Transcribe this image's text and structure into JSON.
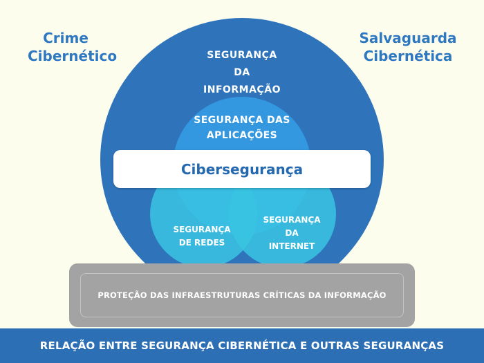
{
  "corner_labels": {
    "left": "Crime\nCibernético",
    "right": "Salvaguarda\nCibernética"
  },
  "circles": {
    "informacao": "SEGURANÇA\nDA\nINFORMAÇÃO",
    "aplicacoes": "SEGURANÇA DAS\nAPLICAÇÕES",
    "redes": "SEGURANÇA\nDE REDES",
    "internet": "SEGURANÇA\nDA\nINTERNET"
  },
  "center_label": "Cibersegurança",
  "infrastructure_label": "PROTEÇÃO DAS INFRAESTRUTURAS CRÍTICAS DA INFORMAÇÃO",
  "banner_title": "RELAÇÃO ENTRE SEGURANÇA CIBERNÉTICA E OUTRAS SEGURANÇAS",
  "colors": {
    "outer_circle": "#2f74bb",
    "applications_circle": "#3398e0",
    "network_circles": "#38c4e2",
    "infrastructure_box": "#a3a3a3",
    "banner": "#2c6fb5",
    "text_accent": "#2e78c2"
  }
}
